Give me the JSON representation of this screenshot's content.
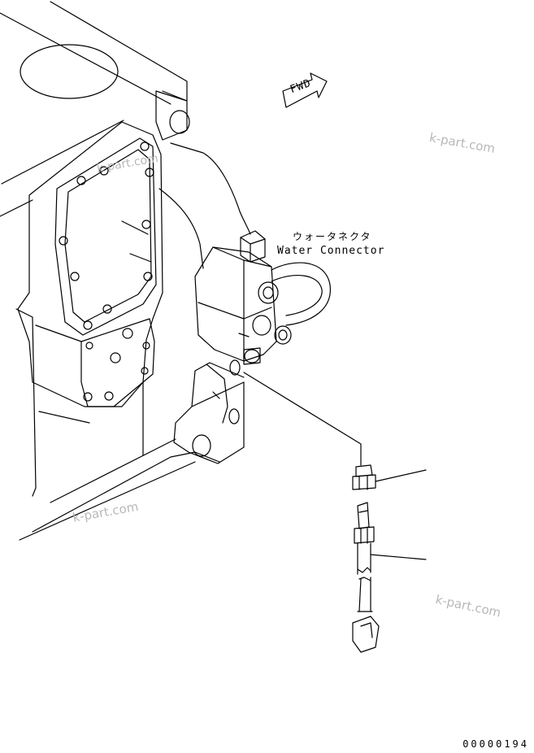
{
  "labels": {
    "fwd": "FWD",
    "connector_jp": "ウォータネクタ",
    "connector_en": "Water Connector"
  },
  "watermarks": [
    "k-part.com",
    "k-part.com",
    "k-part.com",
    "k-part.com"
  ],
  "drawing_code": "00000194"
}
